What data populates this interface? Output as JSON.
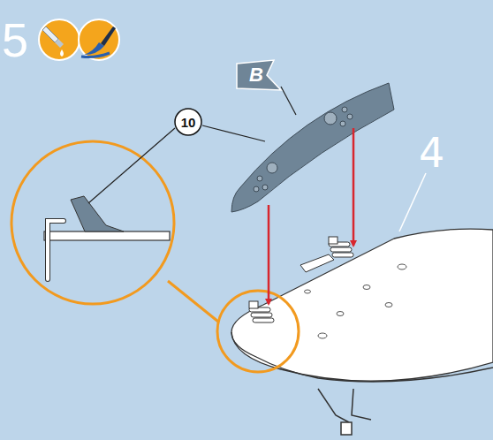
{
  "diagram": {
    "nodes": [
      {
        "text": [
          "B"
        ]
      },
      {
        "text": [
          "10"
        ]
      }
    ],
    "labels": [
      "5",
      "4"
    ]
  }
}
